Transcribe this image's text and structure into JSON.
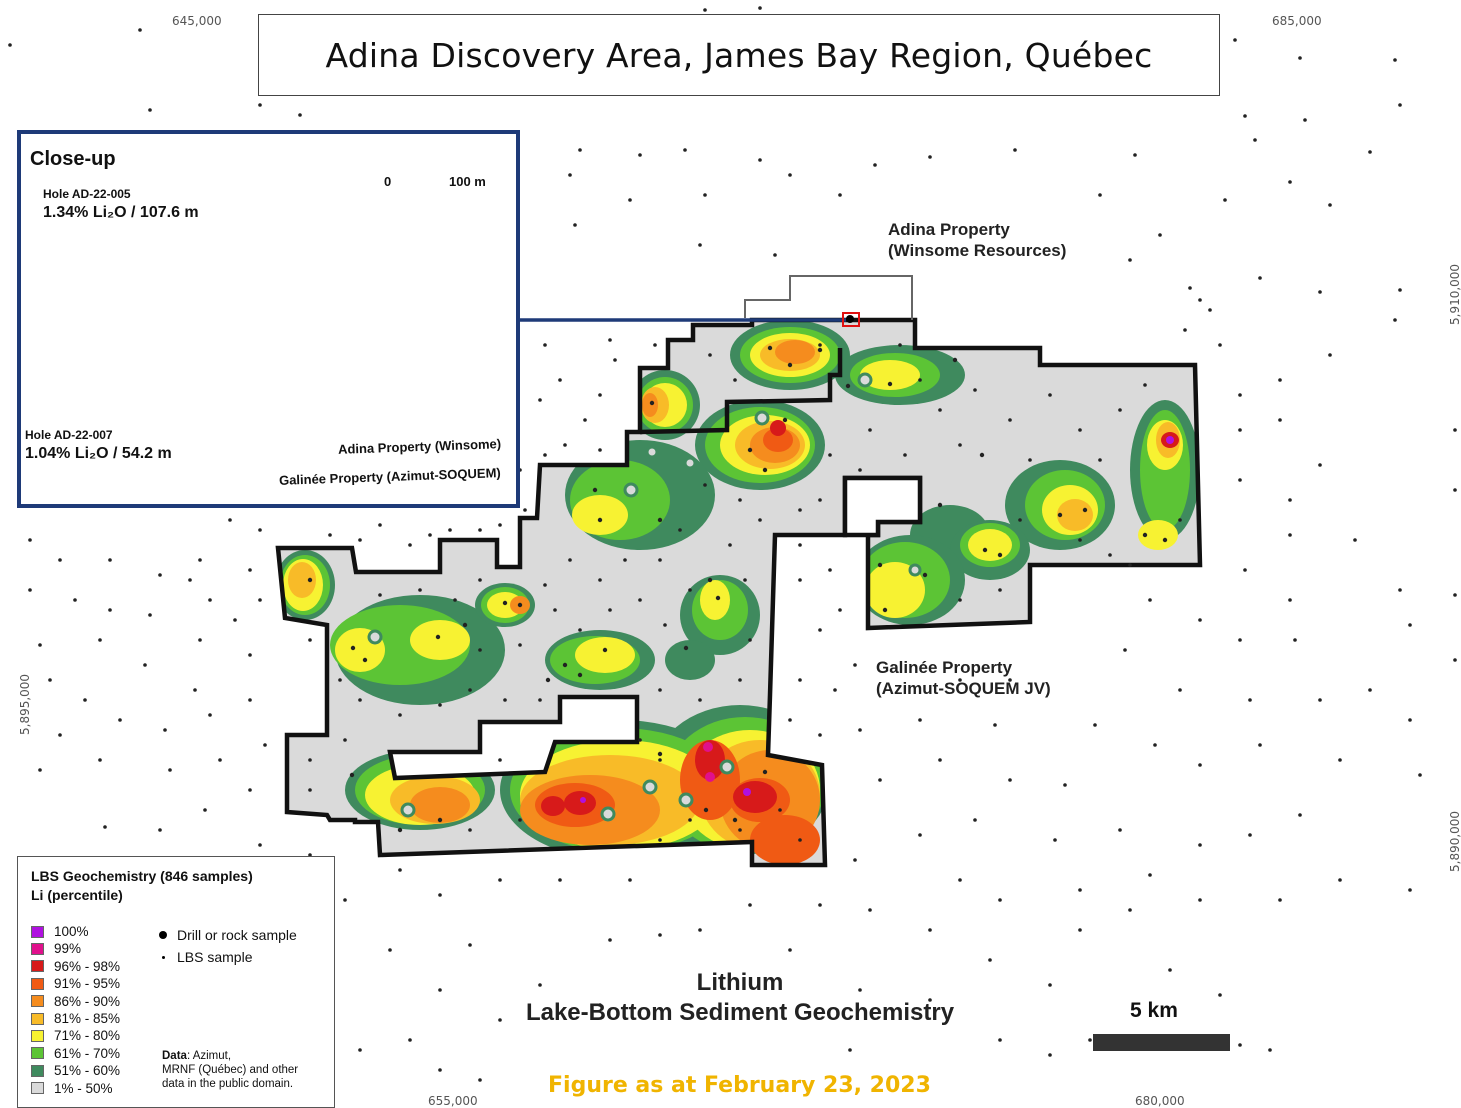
{
  "title": "Adina Discovery Area, James Bay Region, Québec",
  "coords": {
    "top_left": "645,000",
    "top_right": "685,000",
    "bottom_left": "655,000",
    "bottom_right": "680,000",
    "right_upper": "5,910,000",
    "right_lower": "5,890,000",
    "left_middle": "5,895,000"
  },
  "inset": {
    "title": "Close-up",
    "scale_zero": "0",
    "scale_end": "100 m",
    "hole1_name": "Hole AD-22-005",
    "hole1_grade": "1.34% Li₂O / 107.6 m",
    "hole2_name": "Hole AD-22-007",
    "hole2_grade": "1.04% Li₂O / 54.2 m",
    "adina_label": "Adina Property (Winsome)",
    "galinee_label": "Galinée Property (Azimut-SOQUEM)"
  },
  "properties": {
    "adina_line1": "Adina Property",
    "adina_line2": "(Winsome Resources)",
    "galinee_line1": "Galinée Property",
    "galinee_line2": "(Azimut-SOQUEM JV)"
  },
  "legend": {
    "title_line1": "LBS Geochemistry (846 samples)",
    "title_line2": "Li (percentile)",
    "classes": [
      {
        "label": "100%",
        "color": "#b010e0"
      },
      {
        "label": "99%",
        "color": "#e0108c"
      },
      {
        "label": "96% - 98%",
        "color": "#d71a1a"
      },
      {
        "label": "91% - 95%",
        "color": "#f05a14"
      },
      {
        "label": "86% - 90%",
        "color": "#f58c1e"
      },
      {
        "label": "81% - 85%",
        "color": "#f8bb28"
      },
      {
        "label": "71% - 80%",
        "color": "#f7f232"
      },
      {
        "label": "61% - 70%",
        "color": "#5cc435"
      },
      {
        "label": "51% - 60%",
        "color": "#3f8a5e"
      },
      {
        "label": "1% - 50%",
        "color": "#dadada"
      }
    ],
    "drill_label": "Drill or rock sample",
    "lbs_label": "LBS sample",
    "data_bold": "Data",
    "data_line1": ": Azimut,",
    "data_line2": "MRNF (Québec) and other",
    "data_line3": "data in the public domain."
  },
  "footer": {
    "line1": "Lithium",
    "line2": "Lake-Bottom Sediment Geochemistry",
    "scale_label": "5 km",
    "figure_date": "Figure as at February 23, 2023"
  }
}
